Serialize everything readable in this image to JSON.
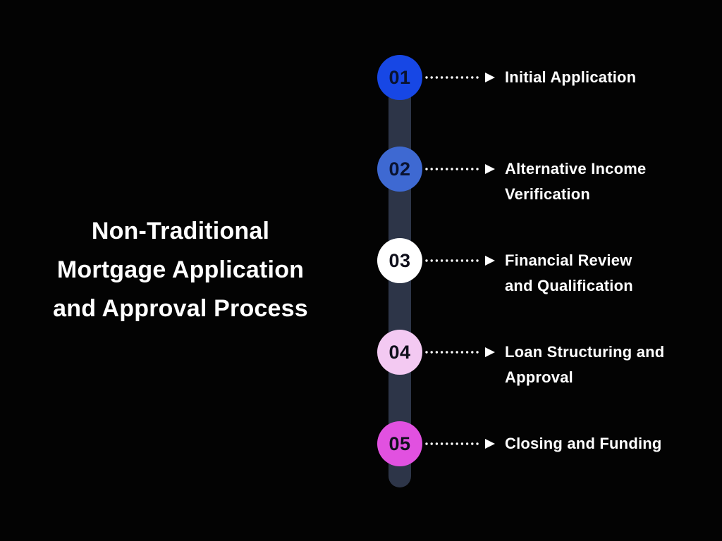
{
  "title": {
    "lines": [
      "Non-Traditional",
      "Mortgage Application",
      "and Approval Process"
    ]
  },
  "colors": {
    "background": "#030303",
    "timeline_bar": "#2d3548",
    "title_text": "#ffffff",
    "label_text": "#ffffff",
    "arrow": "#ffffff"
  },
  "steps": [
    {
      "number": "01",
      "circle_color": "#1747e5",
      "number_color": "#0a1330",
      "lines": [
        "Initial Application"
      ]
    },
    {
      "number": "02",
      "circle_color": "#3e69d2",
      "number_color": "#0a1330",
      "lines": [
        "Alternative Income",
        "Verification"
      ]
    },
    {
      "number": "03",
      "circle_color": "#ffffff",
      "number_color": "#10101c",
      "lines": [
        "Financial Review",
        "and Qualification"
      ]
    },
    {
      "number": "04",
      "circle_color": "#f3c9f2",
      "number_color": "#10101c",
      "lines": [
        "Loan Structuring and",
        "Approval"
      ]
    },
    {
      "number": "05",
      "circle_color": "#e151e0",
      "number_color": "#10101c",
      "lines": [
        "Closing and Funding"
      ]
    }
  ]
}
